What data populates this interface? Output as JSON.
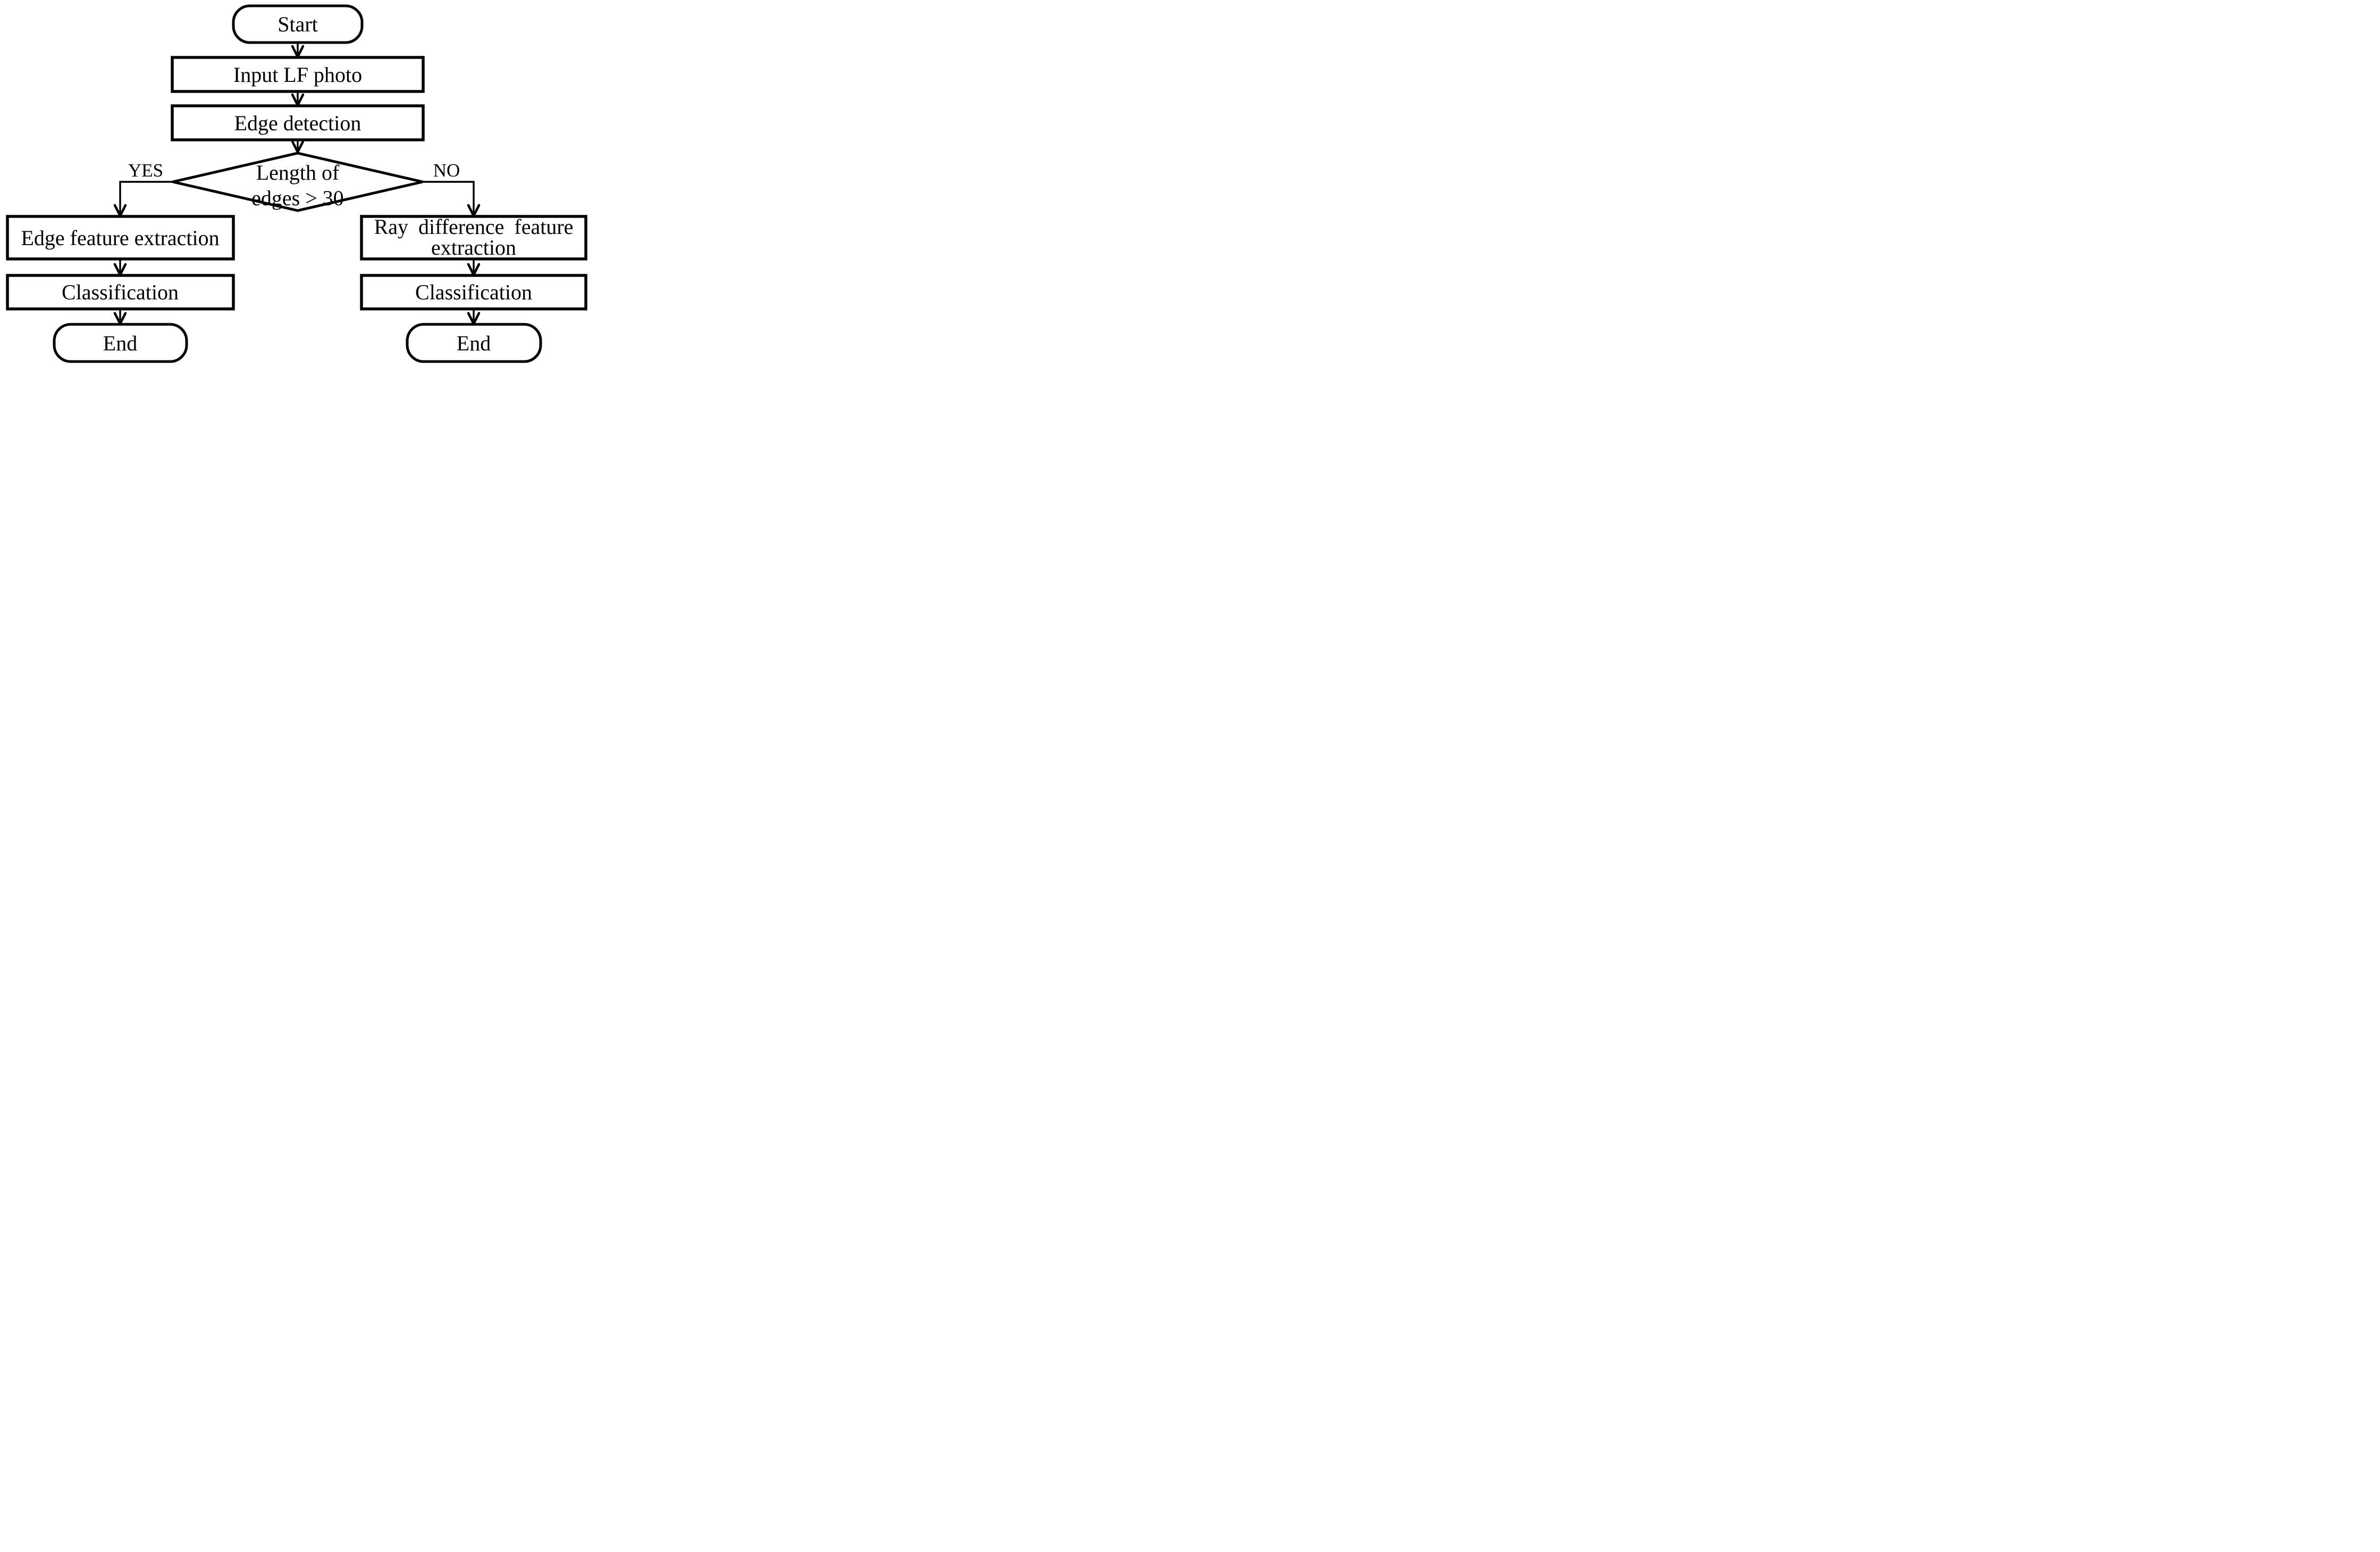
{
  "flowchart": {
    "background_color": "#ffffff",
    "line_color": "#000000",
    "text_color": "#000000",
    "nodes": {
      "start": {
        "shape": "terminator",
        "label": "Start"
      },
      "input_lf_photo": {
        "shape": "process",
        "label": "Input LF photo"
      },
      "edge_detection": {
        "shape": "process",
        "label": "Edge detection"
      },
      "length_decision": {
        "shape": "decision",
        "label_line1": "Length of",
        "label_line2": "edges > 30"
      },
      "edge_feature_extraction": {
        "shape": "process",
        "label": "Edge feature extraction"
      },
      "ray_difference_feature_extraction": {
        "shape": "process",
        "label_line1": "Ray difference feature",
        "label_line2": "extraction"
      },
      "classification_yes": {
        "shape": "process",
        "label": "Classification"
      },
      "classification_no": {
        "shape": "process",
        "label": "Classification"
      },
      "end_yes": {
        "shape": "terminator",
        "label": "End"
      },
      "end_no": {
        "shape": "terminator",
        "label": "End"
      }
    },
    "edges": [
      {
        "from": "start",
        "to": "input_lf_photo",
        "label": ""
      },
      {
        "from": "input_lf_photo",
        "to": "edge_detection",
        "label": ""
      },
      {
        "from": "edge_detection",
        "to": "length_decision",
        "label": ""
      },
      {
        "from": "length_decision",
        "to": "edge_feature_extraction",
        "label": "YES"
      },
      {
        "from": "length_decision",
        "to": "ray_difference_feature_extraction",
        "label": "NO"
      },
      {
        "from": "edge_feature_extraction",
        "to": "classification_yes",
        "label": ""
      },
      {
        "from": "classification_yes",
        "to": "end_yes",
        "label": ""
      },
      {
        "from": "ray_difference_feature_extraction",
        "to": "classification_no",
        "label": ""
      },
      {
        "from": "classification_no",
        "to": "end_no",
        "label": ""
      }
    ]
  }
}
